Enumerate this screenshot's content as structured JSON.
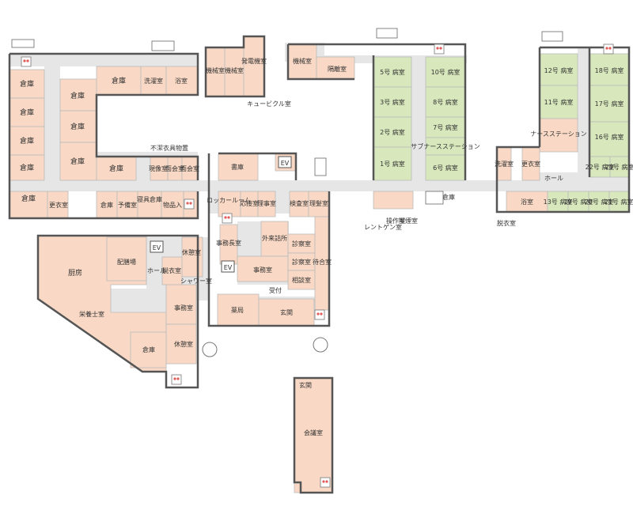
{
  "colors": {
    "room": "#f9d9c5",
    "ward": "#d8e8bc",
    "hall": "#e6e6e6",
    "wall": "#555555",
    "line": "#bbbbbb",
    "label": "#333333"
  },
  "rooms": {
    "store_w1": "倉庫",
    "store_w2": "倉庫",
    "store_w3": "倉庫",
    "store_w4": "倉庫",
    "store_w5": "倉庫",
    "store_n1": "倉庫",
    "store_n2": "倉庫",
    "store_n3": "倉庫",
    "store_n4": "倉庫",
    "store_n5": "倉庫",
    "laundry_w": "洗濯室",
    "bath_w": "浴室",
    "mech1": "機械室",
    "mech2": "機械室",
    "generator": "発電機室",
    "cubicle": "キュービクル室",
    "mech3": "機械室",
    "isolation": "隔離室",
    "ward5": "5号 病室",
    "ward3": "3号 病室",
    "ward2": "2号 病室",
    "ward1": "1号 病室",
    "ward10": "10号 病室",
    "ward8": "8号 病室",
    "ward7": "7号 病室",
    "ward6": "6号 病室",
    "sub_station": "サブナースステーション",
    "ward12": "12号 病室",
    "ward11": "11号 病室",
    "ward18": "18号 病室",
    "ward17": "17号 病室",
    "ward16": "16号 病室",
    "ward22": "22号 病室",
    "ward23": "23号 病室",
    "ward13": "13号 病室",
    "ward19": "19号 病室",
    "ward20": "20号 病室",
    "ward21": "21号 病室",
    "nurse_station": "ナースステーション",
    "laundry_e": "洗濯室",
    "changing_e": "更衣室",
    "hall_e": "ホール",
    "bath_e": "浴室",
    "undress_e": "脱衣室",
    "store_e": "倉庫",
    "unclean_storage": "不潔衣具物置",
    "developing": "現像室",
    "meeting1": "面会室",
    "meeting2": "面会室",
    "archive": "書庫",
    "ev": "EV",
    "changing_w": "更衣室",
    "store_s": "倉庫",
    "reserve": "予備室",
    "bedding": "寝具倉庫",
    "goods_in": "物品入",
    "locker": "ロッカールーム",
    "reception_room": "応接室",
    "director": "理事室",
    "lab": "検査室",
    "barber": "理髪室",
    "office_chief": "事務長室",
    "outpatient": "外来詰所",
    "office": "事務室",
    "exam1": "診察室",
    "exam2": "診察室",
    "consult": "相談室",
    "waiting": "待合室",
    "reception": "受付",
    "pharmacy": "薬局",
    "entrance": "玄関",
    "xray": "レントゲン室",
    "control": "操作室",
    "smoking": "喫煙室",
    "kitchen": "厨房",
    "serving": "配膳場",
    "dietitian": "栄養士室",
    "office_k": "事務室",
    "store_k": "倉庫",
    "rest_k": "休憩室",
    "rest_top": "休憩室",
    "hall_k": "ホール",
    "undress_k": "脱衣室",
    "shower": "シャワー室",
    "entrance_annex": "玄関",
    "assembly": "会議室"
  }
}
